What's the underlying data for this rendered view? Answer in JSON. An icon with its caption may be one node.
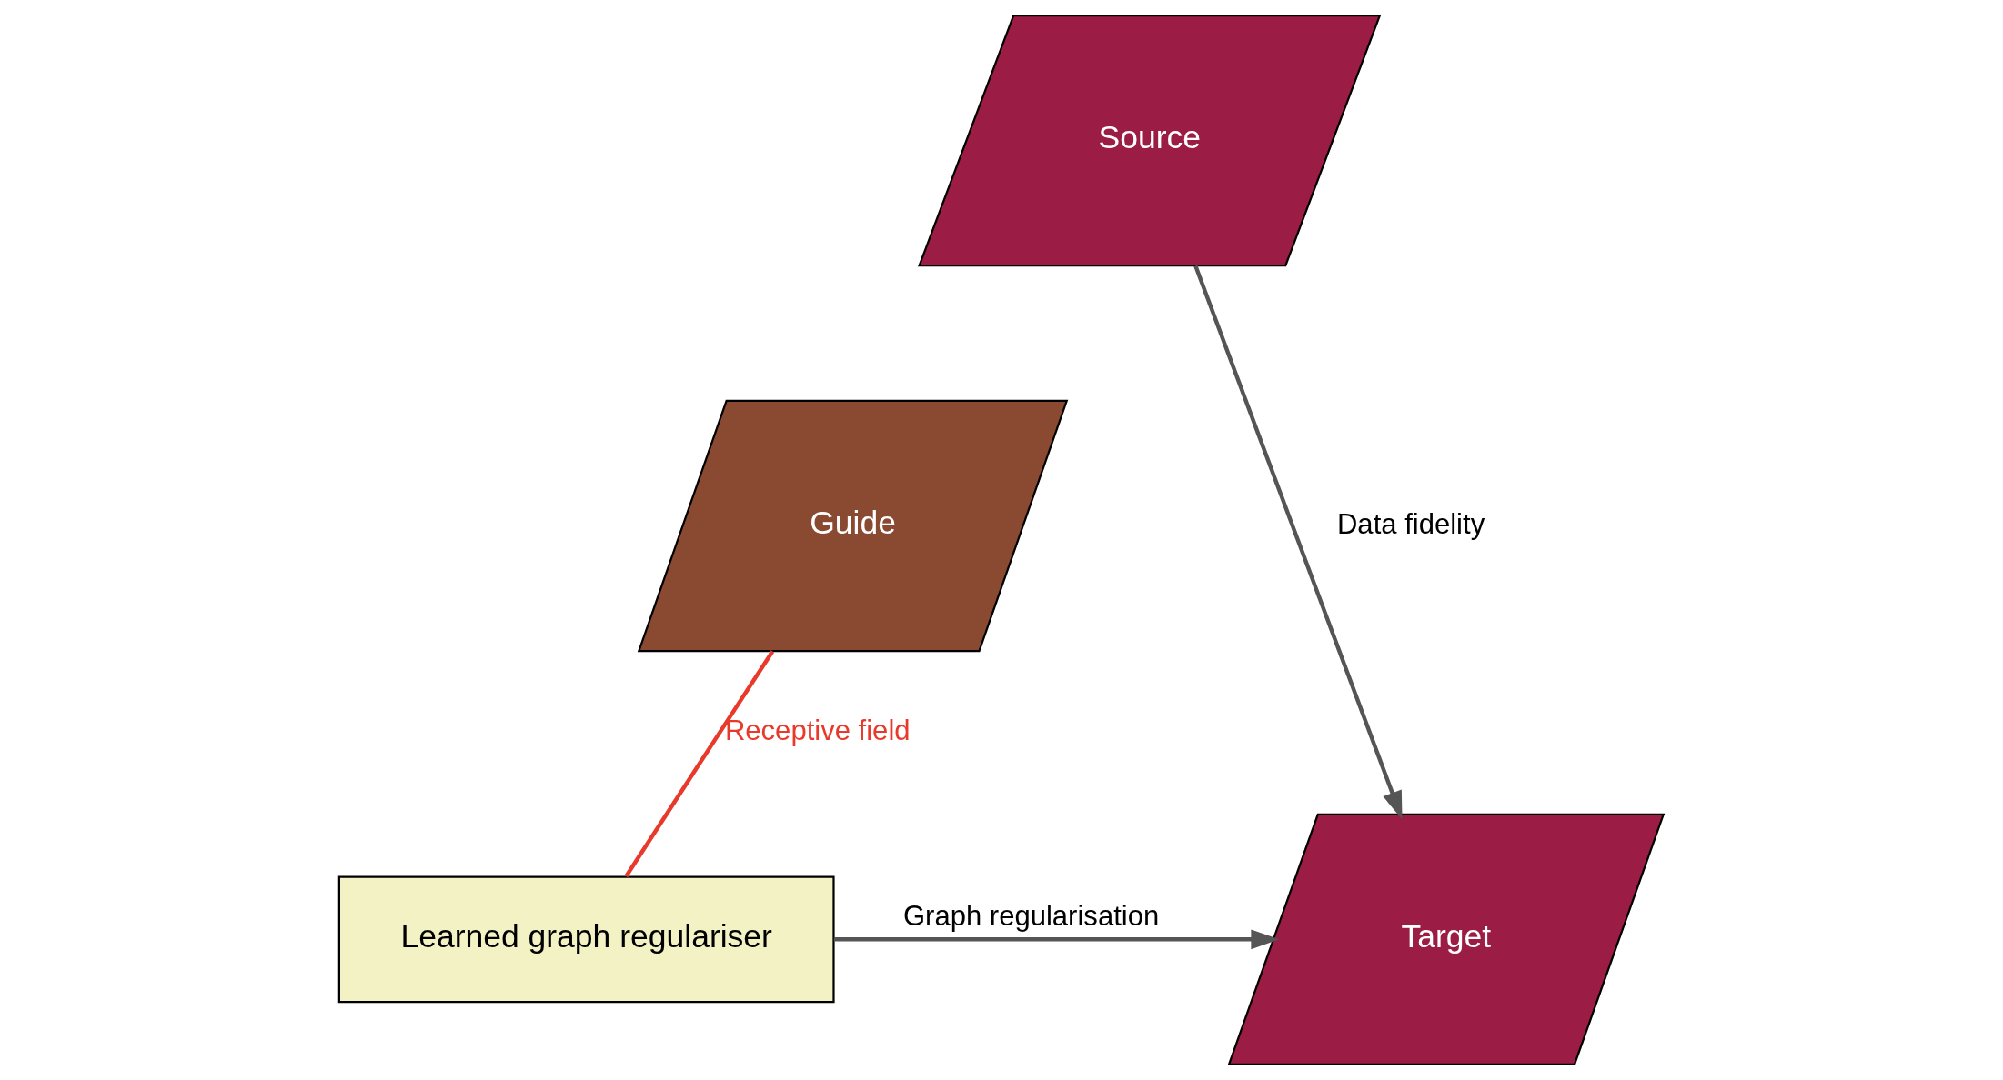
{
  "diagram": {
    "nodes": [
      {
        "text": [
          "Source"
        ]
      },
      {
        "text": [
          "Guide"
        ]
      },
      {
        "text": [
          "Learned graph regulariser"
        ]
      },
      {
        "text": [
          "Target"
        ]
      }
    ],
    "edges": [
      {
        "from": 0,
        "to": 3,
        "arrow": "to",
        "label": "Data fidelity"
      },
      {
        "from": 1,
        "to": 2,
        "arrow": "none",
        "label": "Receptive field",
        "color": "#e8392b"
      },
      {
        "from": 2,
        "to": 3,
        "arrow": "to",
        "label": "Graph regularisation"
      }
    ]
  }
}
